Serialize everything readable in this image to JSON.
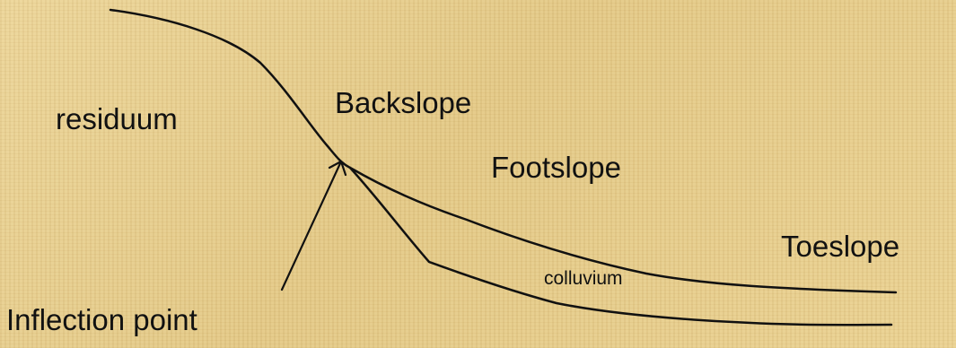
{
  "labels": {
    "backslope": "Backslope",
    "residuum": "residuum",
    "footslope": "Footslope",
    "toeslope": "Toeslope",
    "colluvium": "colluvium",
    "inflection_point": "Inflection point"
  },
  "colors": {
    "background": "#e7cf8f",
    "ink": "#111111"
  }
}
